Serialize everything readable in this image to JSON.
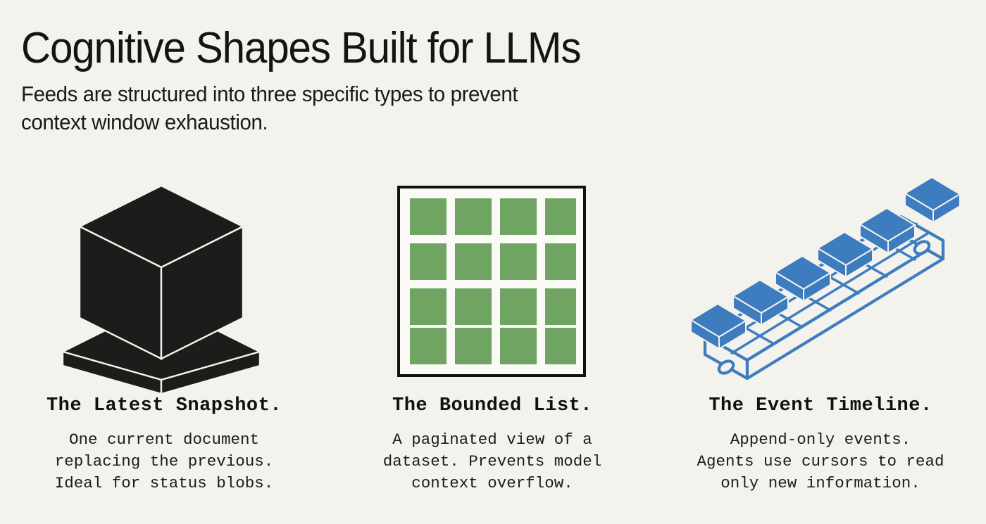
{
  "page": {
    "background_color": "#f3f2ed",
    "text_color": "#141414"
  },
  "header": {
    "title": "Cognitive Shapes Built for LLMs",
    "subtitle_line_1": "Feeds are structured into three specific types to prevent",
    "subtitle_line_2": "context window exhaustion."
  },
  "columns": [
    {
      "id": "latest-snapshot",
      "illustration": "isometric-cube-on-base-icon",
      "illustration_color": "#1c1c1a",
      "caption_title": "The Latest Snapshot.",
      "caption_lines": [
        "One current document",
        "replacing the previous.",
        "Ideal for status blobs."
      ]
    },
    {
      "id": "bounded-list",
      "illustration": "four-by-four-grid-icon",
      "illustration_color": "#6fa463",
      "illustration_border_color": "#111111",
      "grid_rows": 4,
      "grid_cols": 4,
      "caption_title": "The Bounded List.",
      "caption_lines": [
        "A paginated view of a",
        "dataset. Prevents model",
        "context overflow."
      ]
    },
    {
      "id": "event-timeline",
      "illustration": "conveyor-belt-with-boxes-icon",
      "illustration_color": "#3d7cbf",
      "boxes_on_belt": 5,
      "boxes_detached": 1,
      "caption_title": "The Event Timeline.",
      "caption_lines": [
        "Append-only events.",
        "Agents use cursors to read",
        "only new information."
      ]
    }
  ]
}
